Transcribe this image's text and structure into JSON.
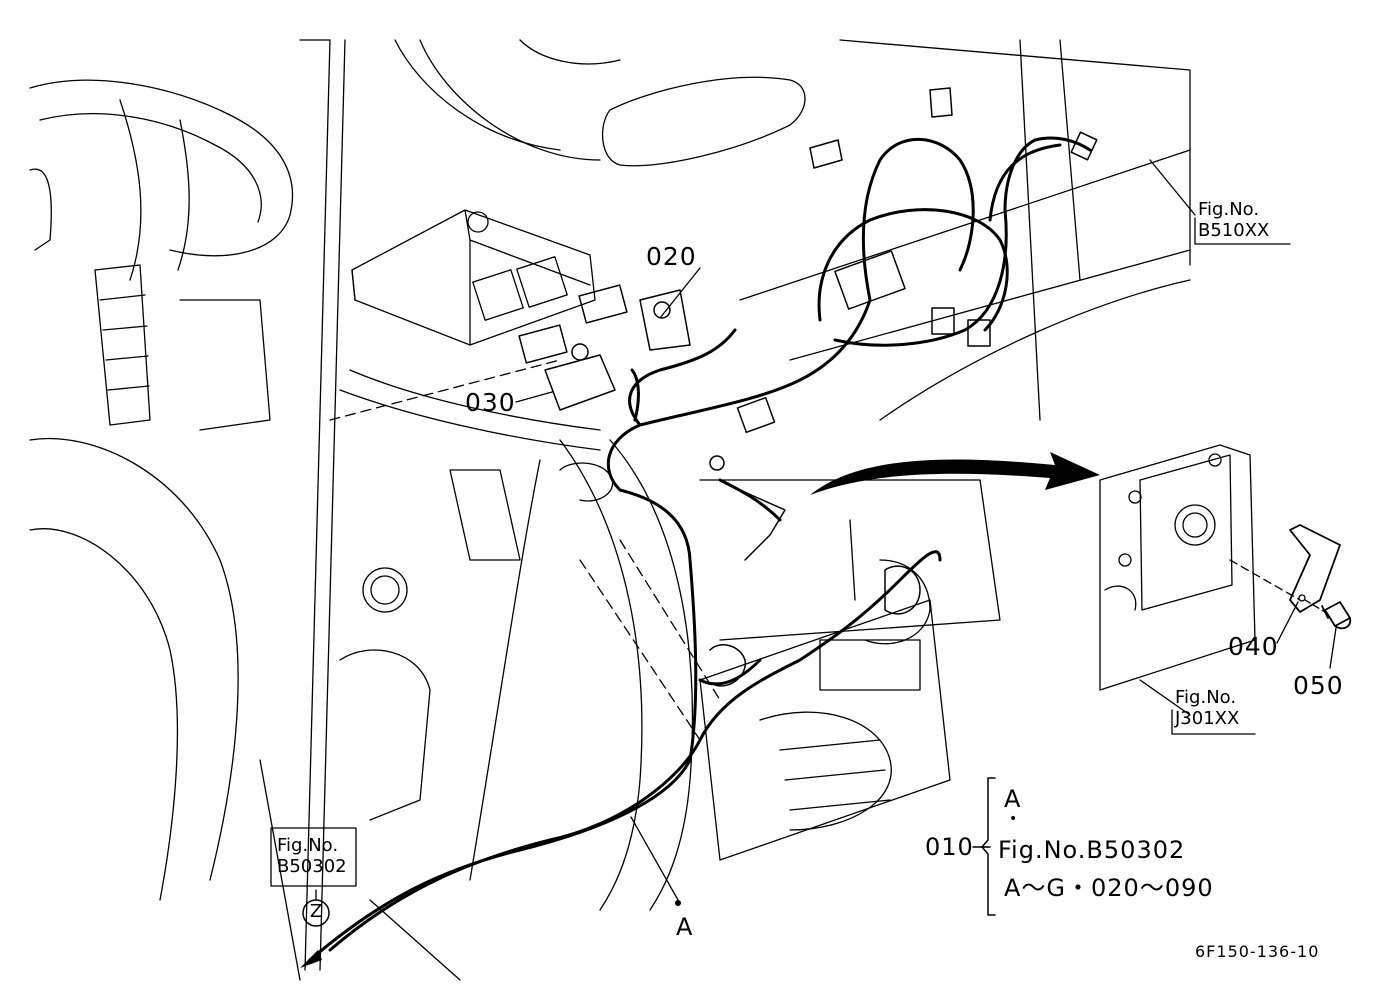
{
  "part_labels": {
    "p020": "020",
    "p030": "030",
    "p040": "040",
    "p050": "050"
  },
  "figure_refs": {
    "b510": "Fig.No.\nB510XX",
    "j301": "Fig.No.\nJ301XX",
    "b50302": "Fig.No.\nB50302"
  },
  "z_marker": "Z",
  "point_marker": "A",
  "legend": {
    "item": "010",
    "line1": "A",
    "line2": "•",
    "line3": "Fig.No.B50302",
    "line4": "A〜G・020〜090"
  },
  "drawing_code": "6F150-136-10",
  "colors": {
    "ink": "#000000",
    "paper": "#ffffff"
  }
}
